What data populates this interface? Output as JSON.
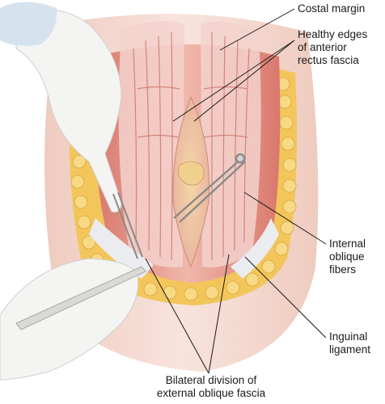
{
  "labels": {
    "costal_margin": {
      "lines": [
        "Costal margin"
      ]
    },
    "rectus_edges": {
      "lines": [
        "Healthy edges",
        "of anterior",
        "rectus fascia"
      ]
    },
    "internal_oblique": {
      "lines": [
        "Internal",
        "oblique",
        "fibers"
      ]
    },
    "inguinal_ligament": {
      "lines": [
        "Inguinal",
        "ligament"
      ]
    },
    "bilateral_division": {
      "lines": [
        "Bilateral division of",
        "external oblique fascia"
      ]
    }
  },
  "colors": {
    "skin": "#f3d6cc",
    "fat": "#f2c65a",
    "muscle": "#e79a8e",
    "fascia": "#f7efec",
    "glove": "#f4f4f2",
    "leader_line": "#1a1a1a"
  }
}
